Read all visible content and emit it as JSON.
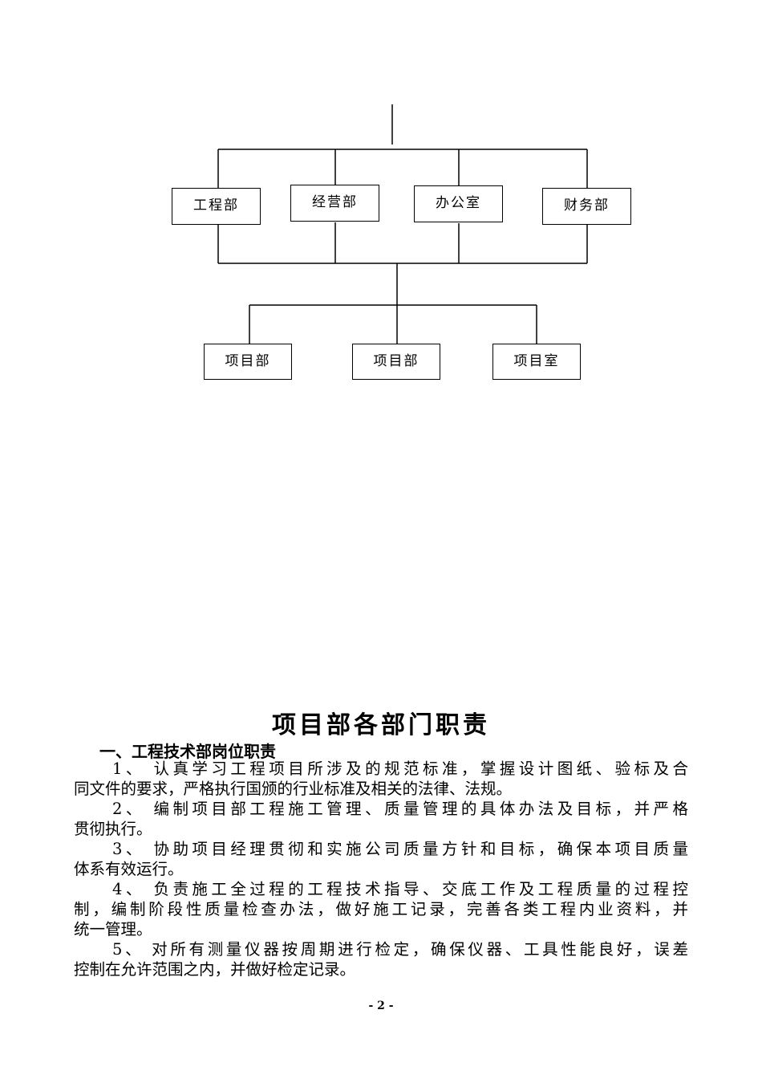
{
  "org_chart": {
    "level1": [
      "工程部",
      "经营部",
      "办公室",
      "财务部"
    ],
    "level2": [
      "项目部",
      "项目部",
      "项目室"
    ]
  },
  "title": "项目部各部门职责",
  "section": {
    "heading": "一、工程技术部岗位职责",
    "paragraphs": [
      {
        "lines": [
          "1、 认真学习工程项目所涉及的规范标准，掌握设计图纸、验标及合",
          "同文件的要求，严格执行国颁的行业标准及相关的法律、法规。"
        ]
      },
      {
        "lines": [
          "2、 编制项目部工程施工管理、质量管理的具体办法及目标，并严格",
          "贯彻执行。"
        ]
      },
      {
        "lines": [
          "3、 协助项目经理贯彻和实施公司质量方针和目标，确保本项目质量",
          "体系有效运行。"
        ]
      },
      {
        "lines": [
          "4、 负责施工全过程的工程技术指导、交底工作及工程质量的过程控",
          "制，编制阶段性质量检查办法，做好施工记录，完善各类工程内业资料，并",
          "统一管理。"
        ]
      },
      {
        "lines": [
          "5、 对所有测量仪器按周期进行检定，确保仪器、工具性能良好，误差",
          "控制在允许范围之内，并做好检定记录。"
        ]
      }
    ]
  },
  "footer": {
    "page": "- 2 -"
  }
}
